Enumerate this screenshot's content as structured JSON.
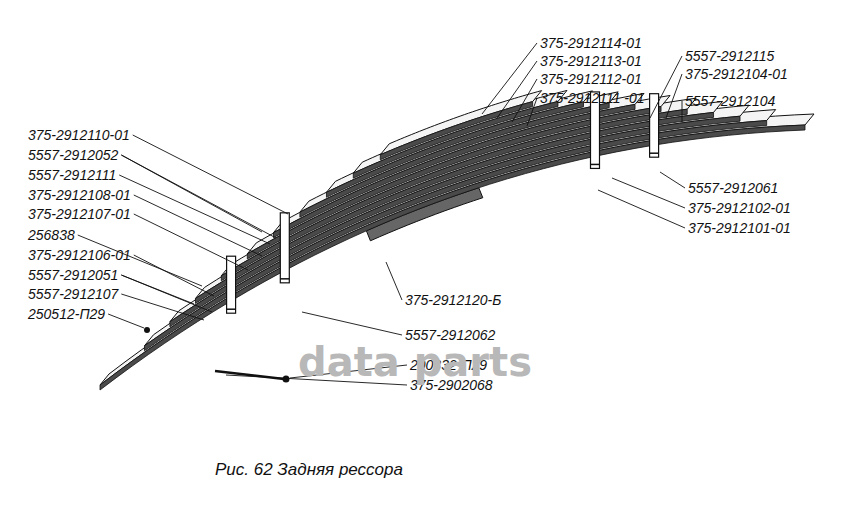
{
  "diagram": {
    "caption": "Рис. 62 Задняя рессора",
    "labels": [
      "375-2912114-01",
      "375-2912113-01",
      "375-2912112-01",
      "375-2912111 -01",
      "5557-2912115",
      "375-2912104-01",
      "5557-2912104",
      "5557-2912061",
      "375-2912102-01",
      "375-2912101-01",
      "375-2912110-01",
      "5557-2912052",
      "5557-2912111",
      "375-2912108-01",
      "375-2912107-01",
      "256838",
      "375-2912106-01",
      "5557-2912051",
      "5557-2912107",
      "250512-П29",
      "375-2912120-Б",
      "5557-2912062",
      "200332-П29",
      "375-2902068",
      "data parts"
    ]
  }
}
